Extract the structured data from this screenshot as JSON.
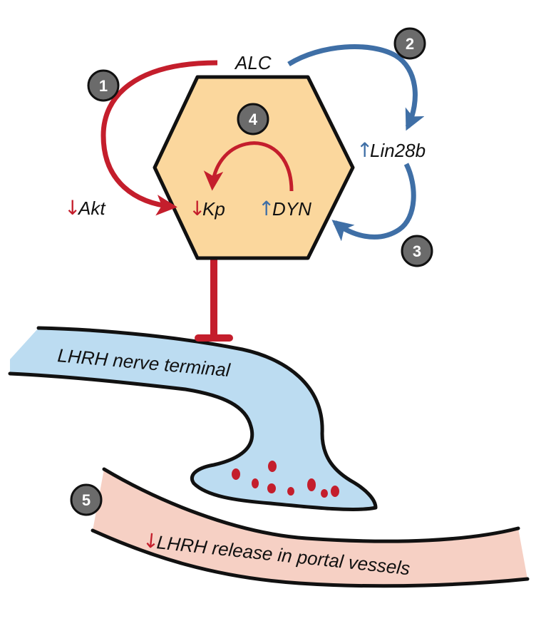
{
  "labels": {
    "alc": "ALC",
    "akt": "Akt",
    "kp": "Kp",
    "dyn": "DYN",
    "lin28b": "Lin28b",
    "nerve_terminal": "LHRH nerve terminal",
    "release": "LHRH release in portal vessels"
  },
  "direction_glyphs": {
    "down": "↓",
    "up": "↑"
  },
  "step_numbers": [
    "1",
    "2",
    "3",
    "4",
    "5"
  ],
  "colors": {
    "red": "#c41e2c",
    "blue": "#3f6fa6",
    "hexagon_fill": "#fbd79d",
    "terminal_fill": "#bcdcf1",
    "vessel_fill": "#f6d0c4",
    "badge_fill": "#6b6b6b",
    "outline": "#111111"
  }
}
